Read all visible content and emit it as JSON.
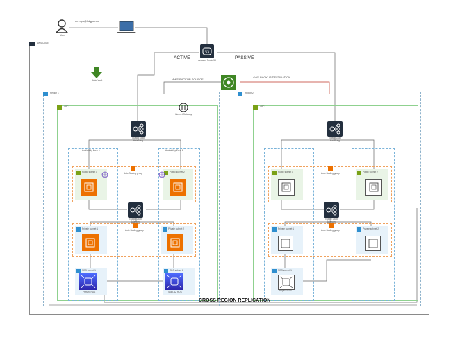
{
  "diagram": {
    "user": {
      "label": "User",
      "email": "devops@fidgpar.co"
    },
    "cloud_label": "AWS Cloud",
    "route53": {
      "label": "Amazon Route 53"
    },
    "flags": {
      "active": "ACTIVE",
      "passive": "PASSIVE"
    },
    "backup": {
      "source": "AWS BACKUP SOURCE",
      "destination": "AWS BACKUP DESTINATION",
      "vault_label": "Auto Vault"
    },
    "replication_label": "CROSS REGION REPLICATION",
    "region_left": {
      "name": "Region 1",
      "vpc": "VPC",
      "igw": "Internet Gateway",
      "alb_top": "Elastic Load Balancing",
      "alb_mid": "Elastic Load Balancing",
      "az1": "Availability Zone 1",
      "az2": "Availability Zone 2",
      "pub1": "Public subnet 1",
      "pub2": "Public subnet 2",
      "asg_top": "Auto Scaling group",
      "priv1": "Private subnet 1",
      "priv2": "Private subnet 2",
      "asg_mid": "Auto Scaling group",
      "rds1": "RDS subnet 1",
      "rds2": "RDS subnet 2",
      "db1": "Primary RDS",
      "db2": "Multi-AZ RDS"
    },
    "region_right": {
      "name": "Region 2",
      "vpc": "VPC",
      "alb_top": "Elastic Load Balancing",
      "alb_mid": "Elastic Load Balancing",
      "pub1": "Public subnet 1",
      "pub2": "Public subnet 2",
      "asg_top": "Auto Scaling group",
      "priv1": "Private subnet 1",
      "priv2": "Private subnet 2",
      "asg_mid": "Auto Scaling group",
      "rds1": "RDS subnet 1",
      "db1": "Replica RDS"
    }
  },
  "colors": {
    "region": "#8fb3cc",
    "vpc": "#8fd18f",
    "asg": "#f0a25e",
    "ec2": "#ed7100",
    "rds": "#2e27ad",
    "route53": "#232f3e",
    "backup": "#3f8624"
  }
}
